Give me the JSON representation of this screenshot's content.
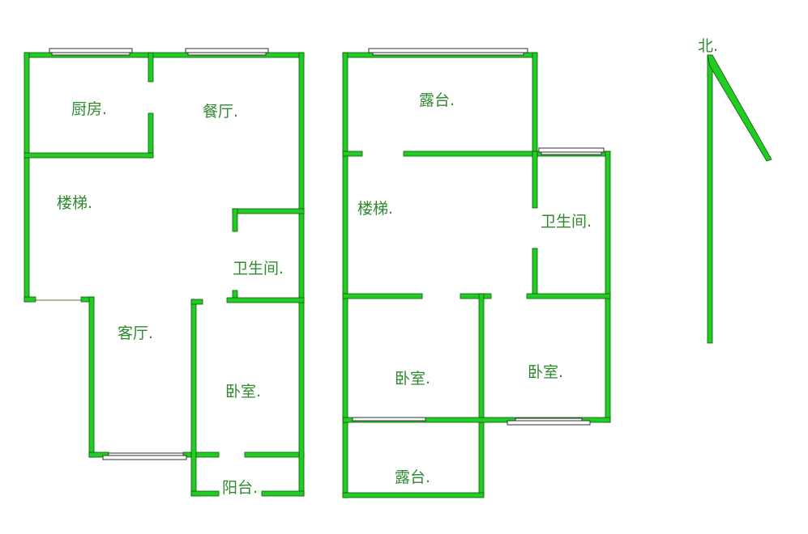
{
  "floors": [
    {
      "name": "lower-floor",
      "rooms": [
        {
          "id": "kitchen",
          "label": "厨房."
        },
        {
          "id": "dining",
          "label": "餐厅."
        },
        {
          "id": "stairs",
          "label": "楼梯."
        },
        {
          "id": "bathroom",
          "label": "卫生间."
        },
        {
          "id": "living",
          "label": "客厅."
        },
        {
          "id": "bedroom",
          "label": "卧室."
        },
        {
          "id": "balcony",
          "label": "阳台."
        }
      ]
    },
    {
      "name": "upper-floor",
      "rooms": [
        {
          "id": "terrace-top",
          "label": "露台."
        },
        {
          "id": "stairs",
          "label": "楼梯."
        },
        {
          "id": "bathroom",
          "label": "卫生间."
        },
        {
          "id": "bedroom-left",
          "label": "卧室."
        },
        {
          "id": "bedroom-right",
          "label": "卧室."
        },
        {
          "id": "terrace-bottom",
          "label": "露台."
        }
      ]
    }
  ],
  "compass": {
    "label": "北."
  },
  "colors": {
    "wall": "#22cc22",
    "wall_outline": "#0a5a0a",
    "text": "#2f8a2f",
    "background": "#ffffff"
  }
}
